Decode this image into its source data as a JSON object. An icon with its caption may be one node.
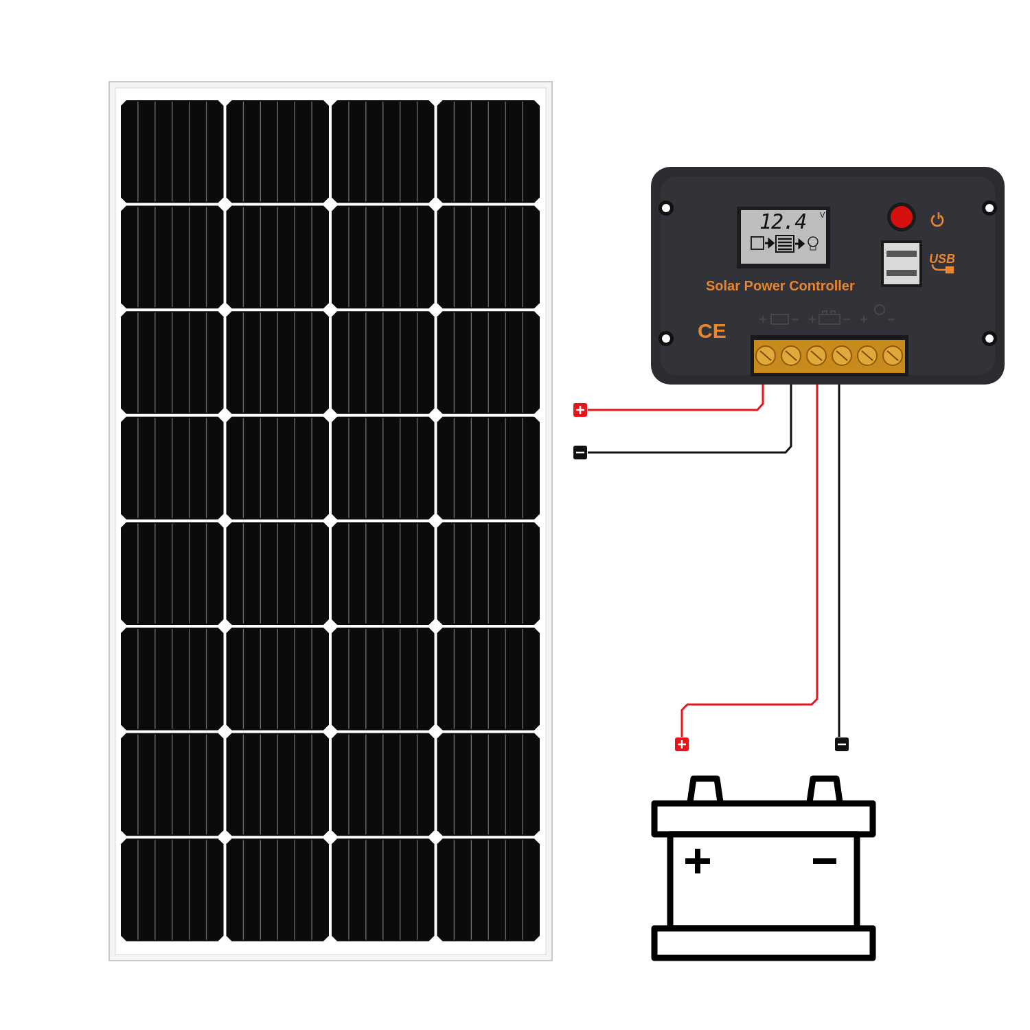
{
  "diagram": {
    "nodes": [
      {
        "text": [],
        "shape": "picture"
      },
      {
        "text": [
          "Solar Power Controller"
        ]
      },
      {
        "text": [],
        "shape": "box"
      },
      {
        "text": [],
        "shape": "box"
      },
      {
        "text": [],
        "shape": "box"
      },
      {
        "text": [],
        "shape": "box"
      },
      {
        "text": [],
        "shape": "picture"
      }
    ],
    "edges": [
      {
        "from": 1,
        "to": 2,
        "arrow": "none",
        "color": "#e3161b"
      },
      {
        "from": 1,
        "to": 3,
        "arrow": "none",
        "color": "#111111"
      },
      {
        "from": 1,
        "to": 4,
        "arrow": "none",
        "color": "#e3161b"
      },
      {
        "from": 1,
        "to": 5,
        "arrow": "none",
        "color": "#111111"
      }
    ],
    "labels": [
      "12.4",
      "V",
      "USB",
      "CE"
    ]
  }
}
